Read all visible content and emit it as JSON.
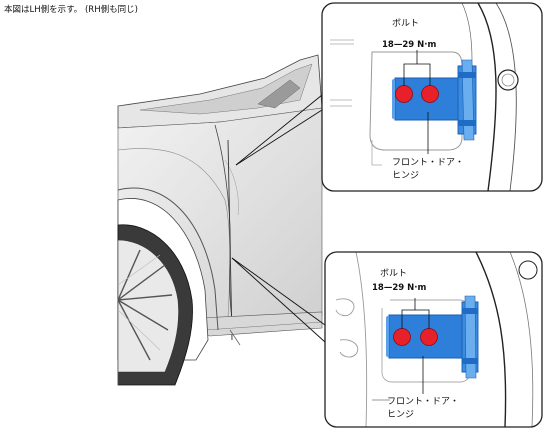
{
  "note": "本図はLH側を示す。 (RH側も同じ)",
  "callouts": [
    {
      "bolt_label": "ボルト",
      "torque": "18—29 N·m",
      "part_line1": "フロント・ドア・",
      "part_line2": "ヒンジ"
    },
    {
      "bolt_label": "ボルト",
      "torque": "18—29 N·m",
      "part_line1": "フロント・ドア・",
      "part_line2": "ヒンジ"
    }
  ],
  "colors": {
    "hinge": "#2e7fd9",
    "hinge_dark": "#1a5fb0",
    "bolt": "#e8202a",
    "frame": "#222222"
  }
}
